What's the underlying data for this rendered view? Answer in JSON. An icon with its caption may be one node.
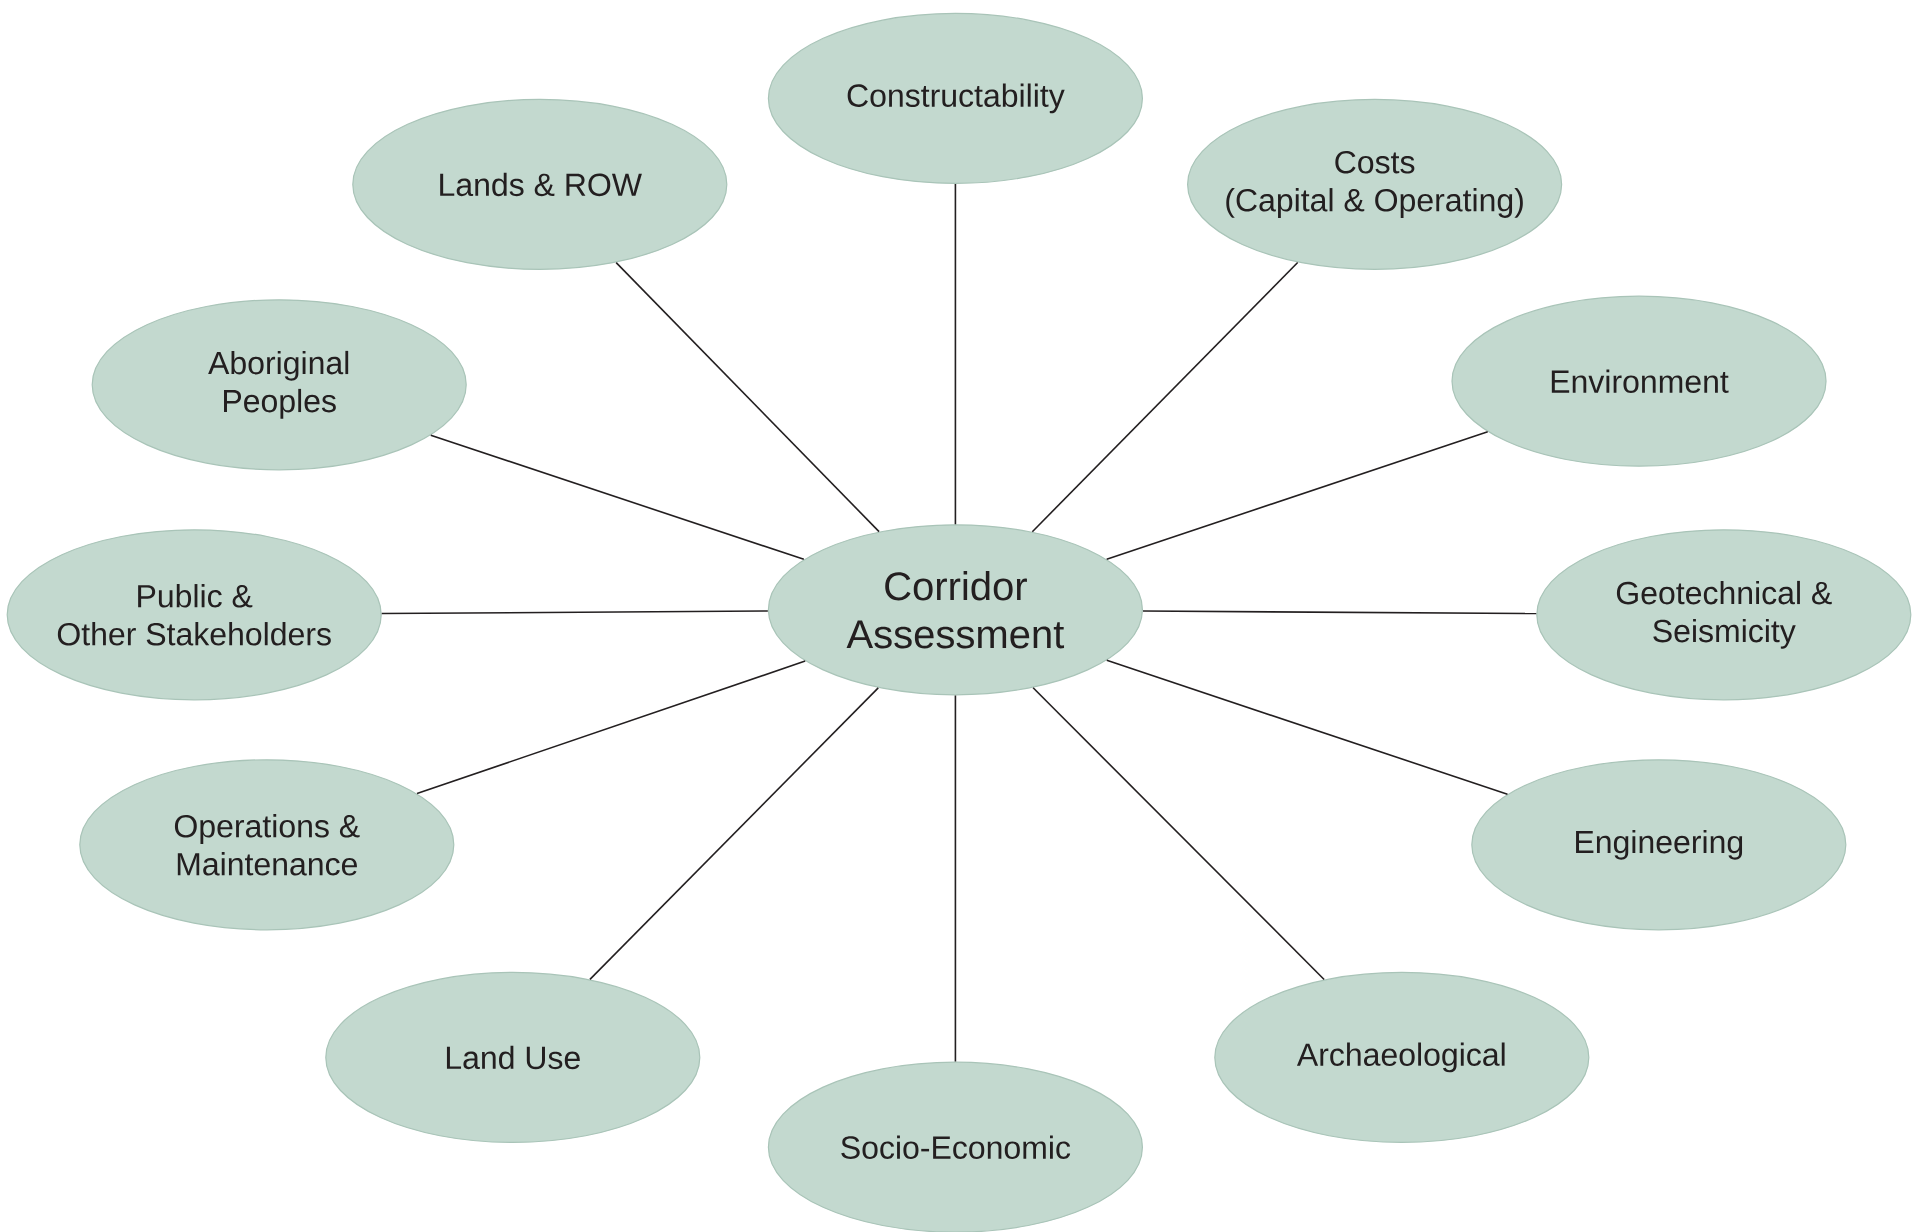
{
  "diagram": {
    "nodes": [
      {
        "text": [
          "Corridor Assessment"
        ]
      },
      {
        "text": [
          "Constructability"
        ]
      },
      {
        "text": [
          "Costs (Capital & Operating)"
        ]
      },
      {
        "text": [
          "Environment"
        ]
      },
      {
        "text": [
          "Geotechnical & Seismicity"
        ]
      },
      {
        "text": [
          "Engineering"
        ]
      },
      {
        "text": [
          "Archaeological"
        ]
      },
      {
        "text": [
          "Socio-Economic"
        ]
      },
      {
        "text": [
          "Land Use"
        ]
      },
      {
        "text": [
          "Operations & Maintenance"
        ]
      },
      {
        "text": [
          "Public & Other Stakeholders"
        ]
      },
      {
        "text": [
          "Aboriginal Peoples"
        ]
      },
      {
        "text": [
          "Lands & ROW"
        ]
      }
    ],
    "edges": [
      {
        "from": 0,
        "to": 1,
        "arrow": "none"
      },
      {
        "from": 0,
        "to": 2,
        "arrow": "none"
      },
      {
        "from": 0,
        "to": 3,
        "arrow": "none"
      },
      {
        "from": 0,
        "to": 4,
        "arrow": "none"
      },
      {
        "from": 0,
        "to": 5,
        "arrow": "none"
      },
      {
        "from": 0,
        "to": 6,
        "arrow": "none"
      },
      {
        "from": 0,
        "to": 7,
        "arrow": "none"
      },
      {
        "from": 0,
        "to": 8,
        "arrow": "none"
      },
      {
        "from": 0,
        "to": 9,
        "arrow": "none"
      },
      {
        "from": 0,
        "to": 10,
        "arrow": "none"
      },
      {
        "from": 0,
        "to": 11,
        "arrow": "none"
      },
      {
        "from": 0,
        "to": 12,
        "arrow": "none"
      }
    ]
  }
}
